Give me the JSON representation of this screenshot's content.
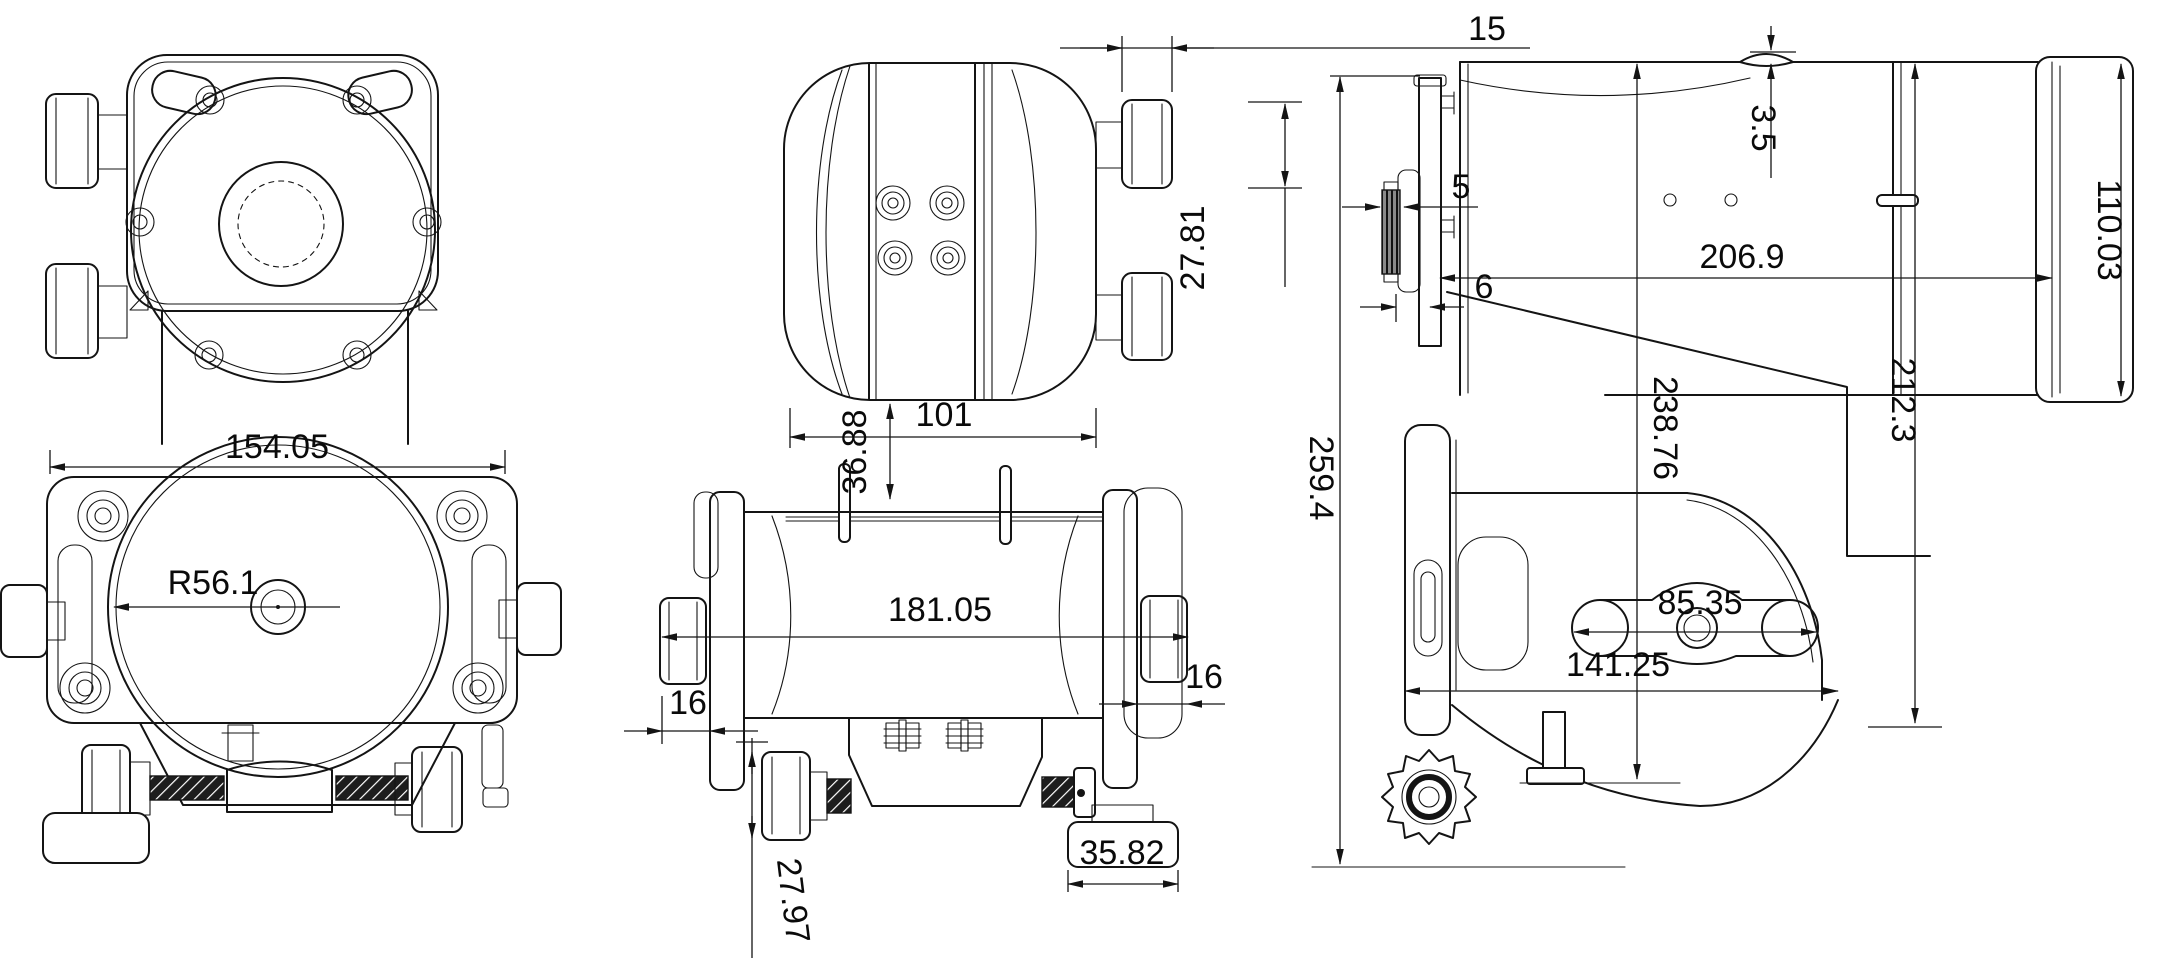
{
  "drawing": {
    "kind": "three-view mechanical dimension drawing",
    "line_color": "#141414",
    "background": "#ffffff"
  },
  "dimensions": {
    "front": {
      "width": "154.05",
      "radius": "R56.1"
    },
    "side": {
      "knob_width": "15",
      "knob_height": "27.81",
      "saddle_width": "101",
      "saddle_drop": "36.88",
      "total_width": "181.05",
      "left_inset": "16",
      "right_inset": "16",
      "clamp_drop": "27.97",
      "foot_width": "35.82"
    },
    "rear": {
      "lens_offset": "3.5",
      "knob_thickness": "5",
      "plate_gap": "6",
      "body_length": "206.9",
      "cap_diameter": "110.03",
      "body_height": "212.3",
      "base_height": "238.76",
      "total_height": "259.4",
      "slot_length": "85.35",
      "base_width": "141.25"
    }
  }
}
